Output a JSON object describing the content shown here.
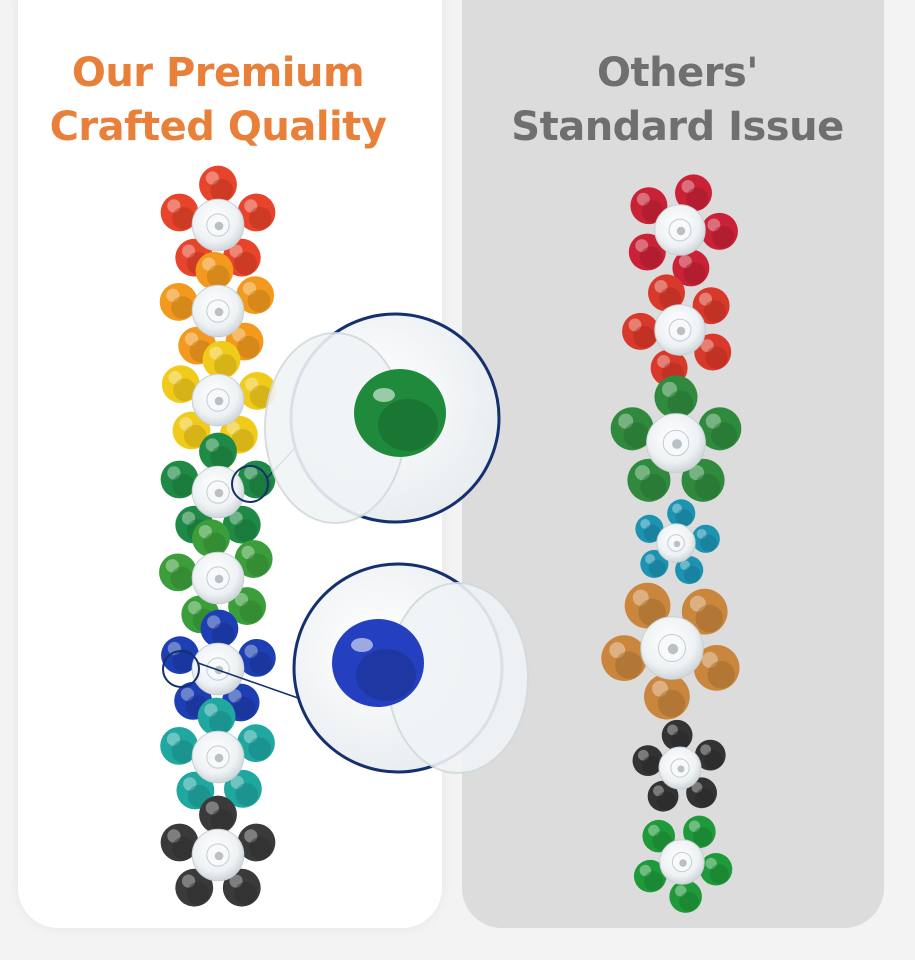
{
  "left_panel": {
    "heading_line1": "Our Premium",
    "heading_line2": "Crafted Quality",
    "flower_colors": [
      "#e8432b",
      "#f39a1e",
      "#f1cb1c",
      "#1f8a45",
      "#3b9e3a",
      "#1d3fb3",
      "#1fa7a0",
      "#3a3a3a"
    ],
    "zoom_colors": [
      "#1f8a3c",
      "#2440c0"
    ]
  },
  "right_panel": {
    "heading_line1": "Others'",
    "heading_line2": "Standard Issue",
    "flower_colors": [
      "#c92136",
      "#d9392a",
      "#2f8a3d",
      "#1d93b2",
      "#c9863c",
      "#333333",
      "#1f9a3a"
    ]
  },
  "colors": {
    "accent": "#e8803a",
    "muted": "#6f6f6f",
    "callout_ring": "#14306e"
  }
}
